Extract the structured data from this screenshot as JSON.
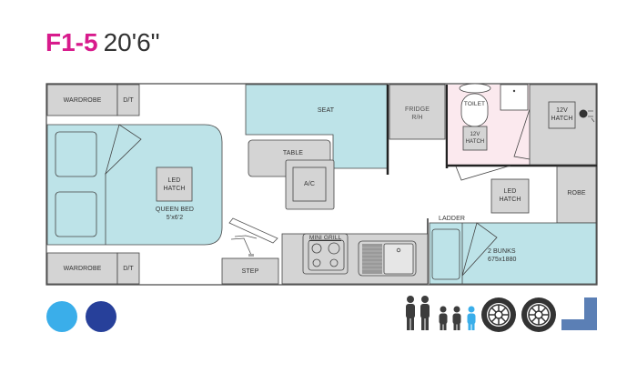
{
  "header": {
    "model": "F1-5",
    "length": "20'6\""
  },
  "floorplan": {
    "rooms": {
      "wardrobe_top": "WARDROBE",
      "dt_top": "D/T",
      "wardrobe_bottom": "WARDROBE",
      "dt_bottom": "D/T",
      "seat": "SEAT",
      "table": "TABLE",
      "ac": "A/C",
      "fridge_line1": "FRIDGE",
      "fridge_line2": "R/H",
      "toilet": "TOILET",
      "bath_hatch_line1": "12V",
      "bath_hatch_line2": "HATCH",
      "rear_hatch_line1": "12V",
      "rear_hatch_line2": "HATCH",
      "led_hatch_bed_line1": "LED",
      "led_hatch_bed_line2": "HATCH",
      "queen_bed": "QUEEN BED",
      "queen_bed_size": "5'x6'2",
      "led_hatch_rear_line1": "LED",
      "led_hatch_rear_line2": "HATCH",
      "robe": "ROBE",
      "ladder": "LADDER",
      "bunks": "2 BUNKS",
      "bunks_size": "675x1880",
      "mini_grill": "MINI GRILL",
      "step": "STEP"
    }
  },
  "colors": {
    "brand_pink": "#d81b8c",
    "bed_blue": "#bde3e8",
    "fixture_grey": "#d4d4d4",
    "bathroom_pink": "#fbe9ee",
    "swatch_light_blue": "#3aaeea",
    "swatch_dark_blue": "#27409a",
    "layout_icon_blue": "#5b7fb5"
  },
  "color_swatches": [
    {
      "name": "light-blue",
      "hex": "#3aaeea"
    },
    {
      "name": "dark-blue",
      "hex": "#27409a"
    }
  ],
  "sleeping_icons": {
    "adults": 2,
    "children": 2,
    "highlighted_child": 1
  },
  "feature_icons": [
    "wheel-icon",
    "wheel-icon",
    "l-layout-icon"
  ]
}
